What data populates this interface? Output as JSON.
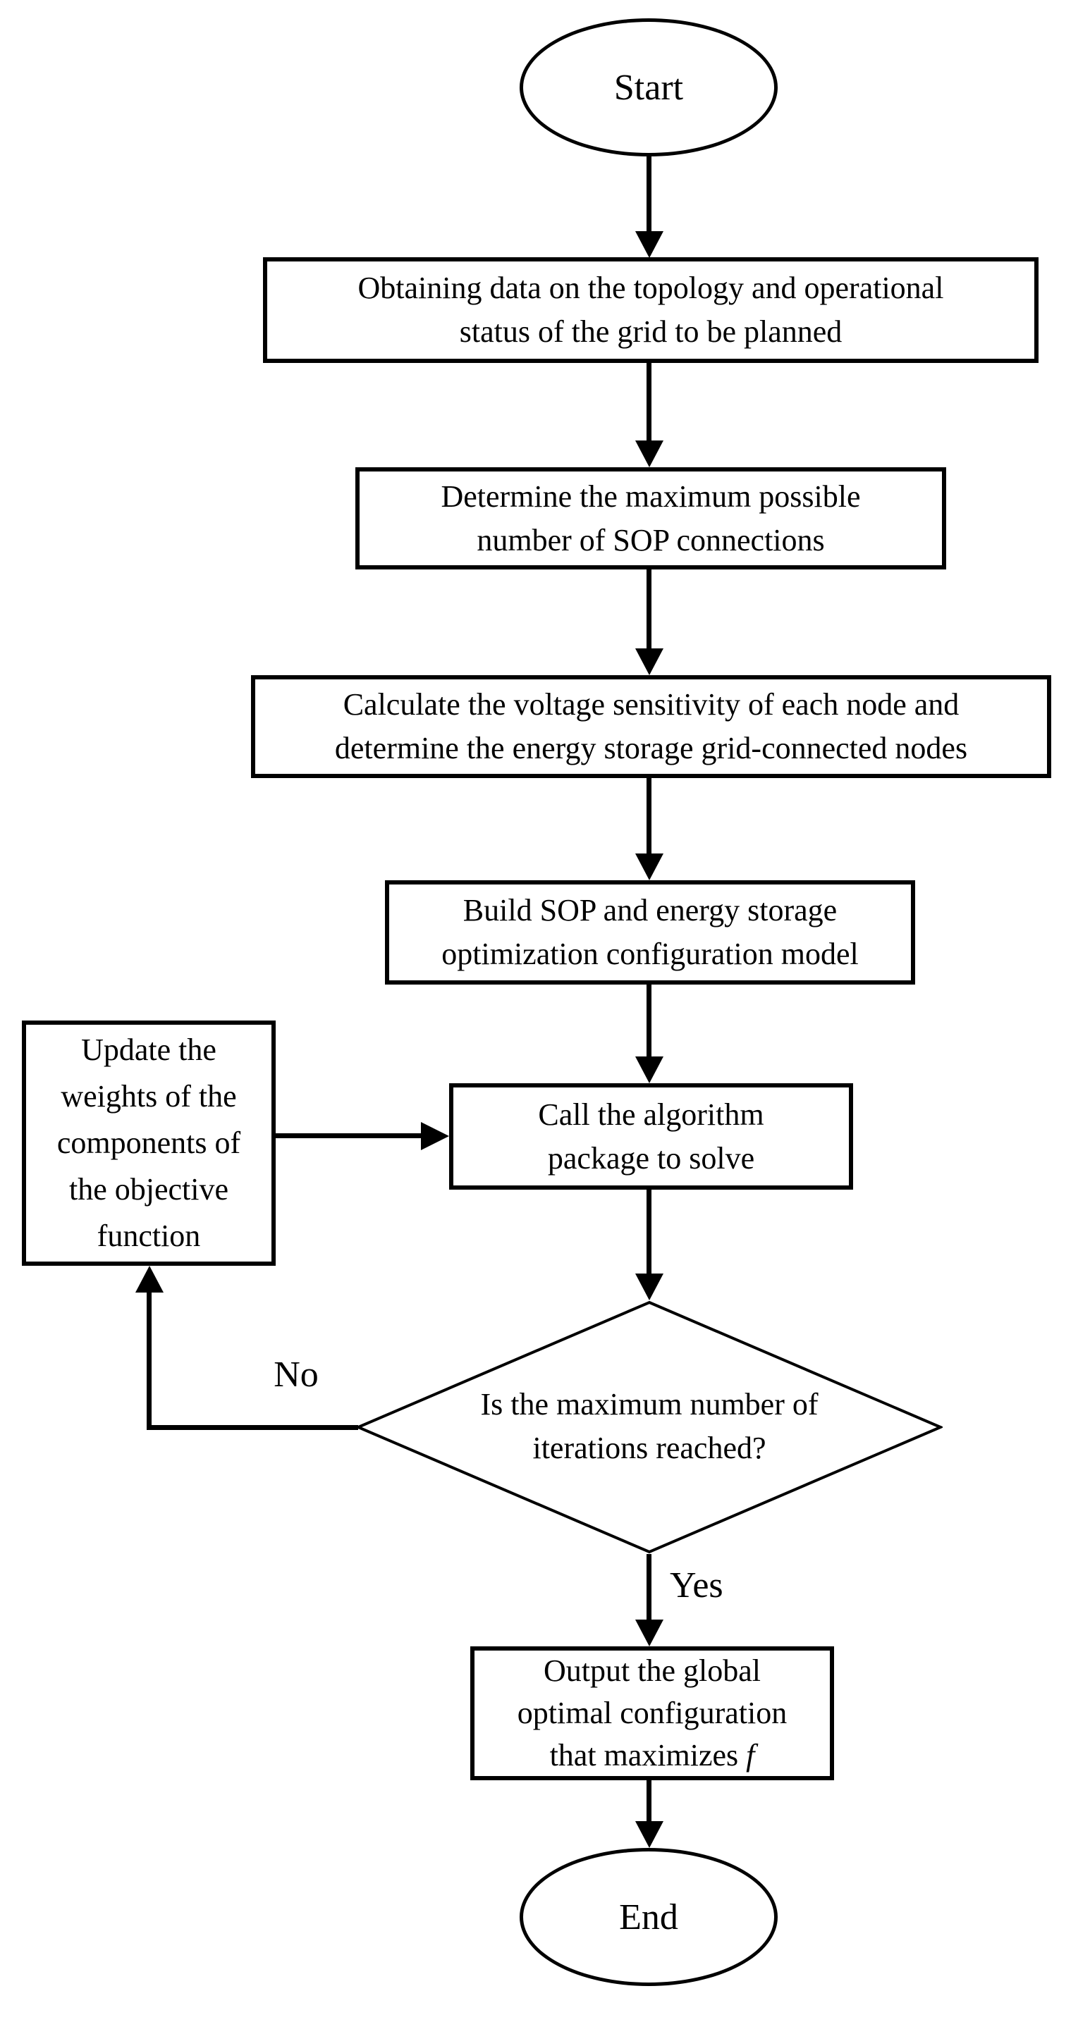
{
  "diagram": {
    "colors": {
      "stroke": "#000000",
      "background": "#ffffff",
      "text": "#000000"
    },
    "nodes": {
      "start": {
        "type": "ellipse",
        "label": "Start"
      },
      "obtain_data": {
        "type": "process",
        "lines": [
          "Obtaining data on the topology and operational",
          "status of the grid to be planned"
        ]
      },
      "sop_connections": {
        "type": "process",
        "lines": [
          "Determine the maximum possible",
          "number of SOP connections"
        ]
      },
      "voltage_sensitivity": {
        "type": "process",
        "lines": [
          "Calculate the voltage sensitivity of each node and",
          "determine the energy storage grid-connected nodes"
        ]
      },
      "build_model": {
        "type": "process",
        "lines": [
          "Build SOP and energy storage",
          "optimization configuration model"
        ]
      },
      "update_weights": {
        "type": "process",
        "lines": [
          "Update the",
          "weights of the",
          "components of",
          "the objective",
          "function"
        ]
      },
      "call_algorithm": {
        "type": "process",
        "lines": [
          "Call the algorithm",
          "package to solve"
        ]
      },
      "iterations_decision": {
        "type": "decision",
        "lines": [
          "Is the maximum number of",
          "iterations reached?"
        ]
      },
      "output_result": {
        "type": "process",
        "lines": [
          "Output the global",
          "optimal configuration"
        ],
        "last_line_prefix": "that maximizes ",
        "last_line_italic": "f"
      },
      "end": {
        "type": "ellipse",
        "label": "End"
      }
    },
    "edge_labels": {
      "no": "No",
      "yes": "Yes"
    }
  }
}
